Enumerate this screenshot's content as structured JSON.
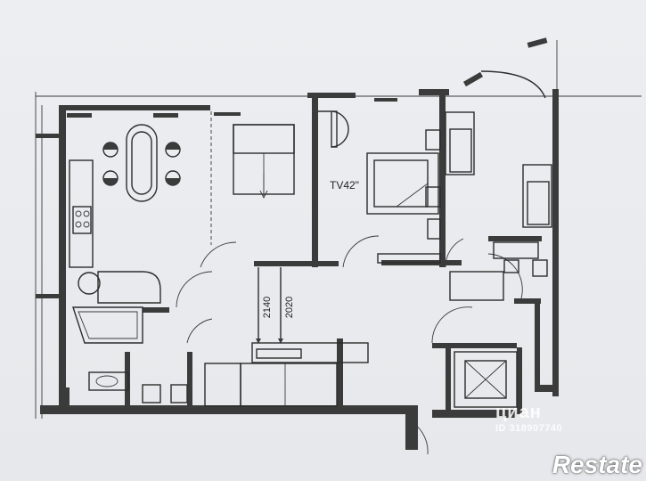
{
  "plan": {
    "tv_label": "TV42\"",
    "dim_left": "2140",
    "dim_right": "2020"
  },
  "watermark": {
    "brand": "циан",
    "listing_id": "ID 318907740"
  },
  "logo": {
    "text": "Restate"
  },
  "colors": {
    "paper": "#e9ebee",
    "line": "#2c2c2c",
    "wall": "#3b3b3b"
  }
}
